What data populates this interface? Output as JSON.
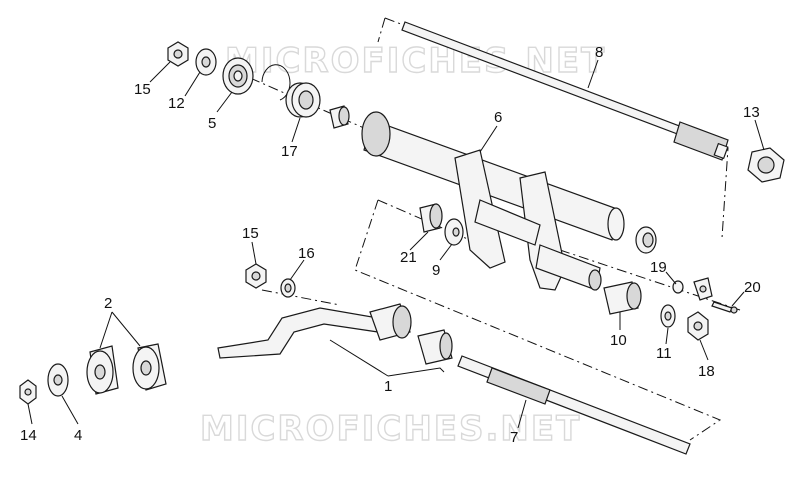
{
  "watermark": {
    "top": "MICROFICHES.NET",
    "bottom": "MICROFICHES.NET"
  },
  "callouts": [
    {
      "id": "c15a",
      "text": "15"
    },
    {
      "id": "c12",
      "text": "12"
    },
    {
      "id": "c5",
      "text": "5"
    },
    {
      "id": "c17",
      "text": "17"
    },
    {
      "id": "c6",
      "text": "6"
    },
    {
      "id": "c8",
      "text": "8"
    },
    {
      "id": "c13",
      "text": "13"
    },
    {
      "id": "c15b",
      "text": "15"
    },
    {
      "id": "c16",
      "text": "16"
    },
    {
      "id": "c21",
      "text": "21"
    },
    {
      "id": "c9",
      "text": "9"
    },
    {
      "id": "c19",
      "text": "19"
    },
    {
      "id": "c20",
      "text": "20"
    },
    {
      "id": "c10",
      "text": "10"
    },
    {
      "id": "c11",
      "text": "11"
    },
    {
      "id": "c18",
      "text": "18"
    },
    {
      "id": "c2",
      "text": "2"
    },
    {
      "id": "c1",
      "text": "1"
    },
    {
      "id": "c14",
      "text": "14"
    },
    {
      "id": "c4",
      "text": "4"
    },
    {
      "id": "c7",
      "text": "7"
    }
  ]
}
